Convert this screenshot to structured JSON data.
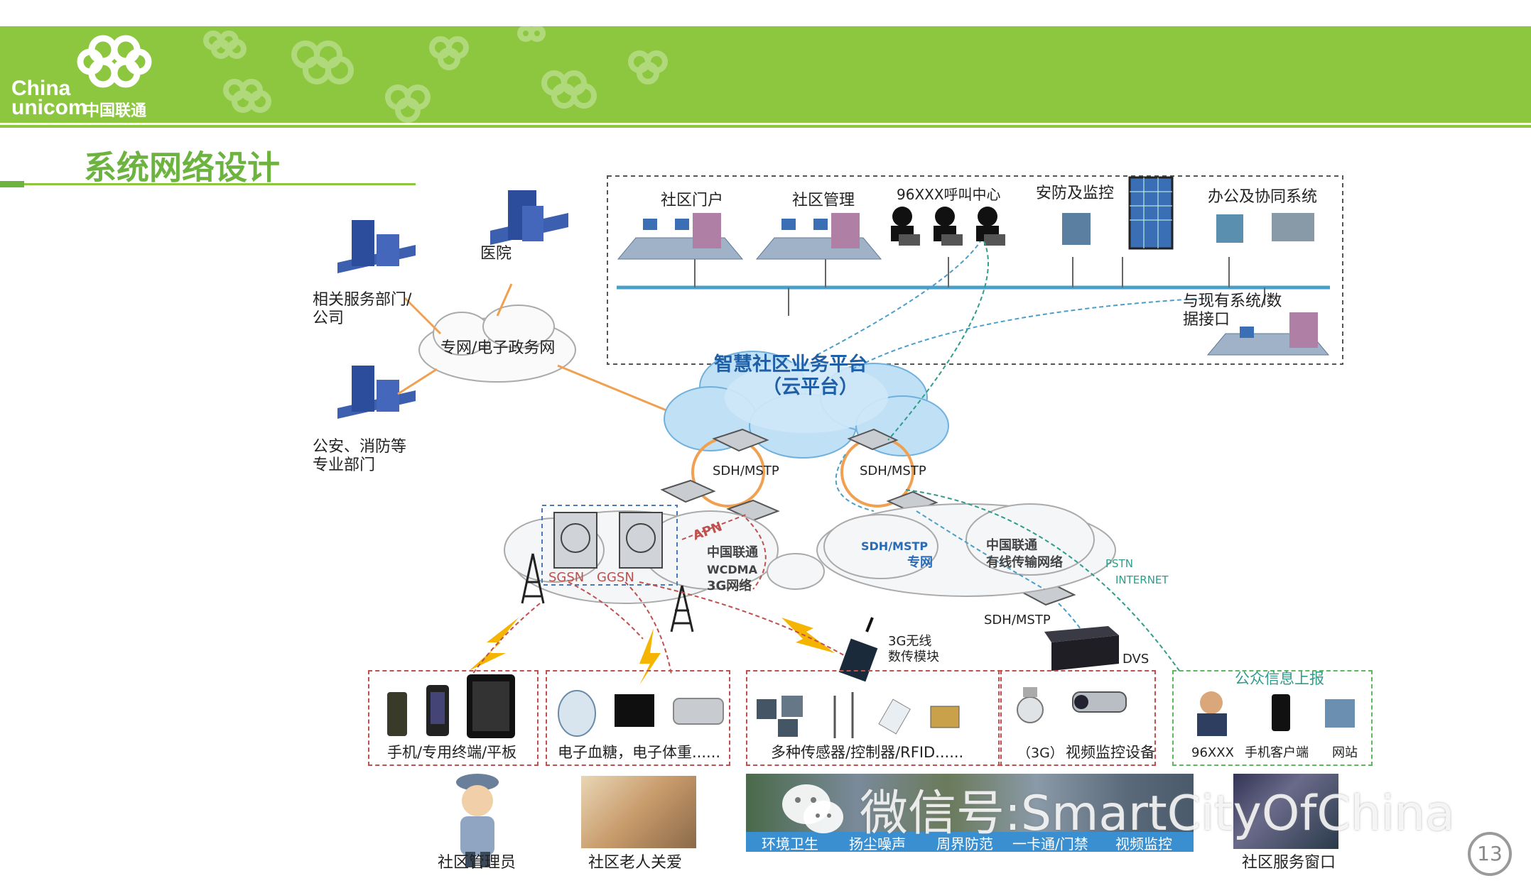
{
  "header": {
    "logo_en_1": "China",
    "logo_en_2": "unicom",
    "logo_cn": "中国联通",
    "title": "系统网络设计"
  },
  "top_systems": {
    "portal": "社区门户",
    "management": "社区管理",
    "call_center": "96XXX呼叫中心",
    "security": "安防及监控",
    "office": "办公及协同系统",
    "interface": "与现有系统/数据接口"
  },
  "left_nodes": {
    "hospital": "医院",
    "services": "相关服务部门/公司",
    "police": "公安、消防等专业部门",
    "gov_net": "专网/电子政务网"
  },
  "core": {
    "platform_1": "智慧社区业务平台",
    "platform_2": "（云平台）",
    "sdh_left": "SDH/MSTP",
    "sdh_right": "SDH/MSTP",
    "sdh_bottom": "SDH/MSTP",
    "apn": "APN",
    "sgsn": "SGSN",
    "ggsn": "GGSN",
    "wcdma_1": "中国联通",
    "wcdma_2": "WCDMA",
    "wcdma_3": "3G网络",
    "sdh_net_1": "SDH/MSTP",
    "sdh_net_2": "专网",
    "wired_1": "中国联通",
    "wired_2": "有线传输网络",
    "pstn": "PSTN",
    "internet": "INTERNET",
    "module_1": "3G无线",
    "module_2": "数传模块",
    "dvs": "DVS"
  },
  "bottom_groups": {
    "mobile": "手机/专用终端/平板",
    "health": "电子血糖，电子体重......",
    "sensors": "多种传感器/控制器/RFID......",
    "cam_3g": "（3G）",
    "video": "视频监控设备",
    "public_info": "公众信息上报",
    "p_96": "96XXX",
    "p_phone": "手机客户端",
    "p_web": "网站"
  },
  "bottom_photos": {
    "manager": "社区管理员",
    "elderly": "社区老人关爱",
    "strip": [
      "环境卫生",
      "扬尘噪声",
      "周界防范",
      "一卡通/门禁",
      "视频监控"
    ],
    "window": "社区服务窗口"
  },
  "watermark": "微信号:SmartCityOfChina",
  "page_number": "13",
  "colors": {
    "brand_green": "#8dc63f",
    "title_green": "#6db33f",
    "link_blue": "#4a9fc9",
    "link_orange": "#f0a050",
    "dash_red": "#c0504d"
  }
}
